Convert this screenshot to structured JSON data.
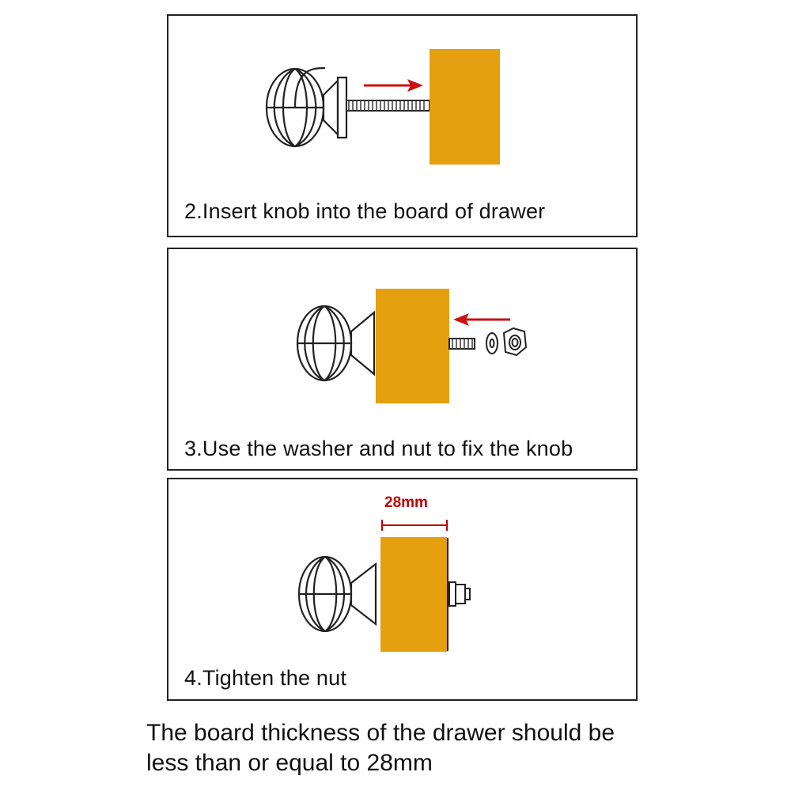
{
  "steps": [
    {
      "caption": "2.Insert knob into the board of drawer"
    },
    {
      "caption": "3.Use the washer and nut to fix the knob"
    },
    {
      "caption": "4.Tighten the nut",
      "dimension_label": "28mm"
    }
  ],
  "note": {
    "line1": "The board thickness of the drawer should be",
    "line2": "less than or equal to 28mm"
  },
  "colors": {
    "board": "#E5A010",
    "arrow": "#CC1111",
    "dimension": "#C00000",
    "outline": "#222222"
  },
  "icons": [
    "knob-icon",
    "washer-icon",
    "nut-icon",
    "arrow-icon",
    "screw-icon"
  ]
}
